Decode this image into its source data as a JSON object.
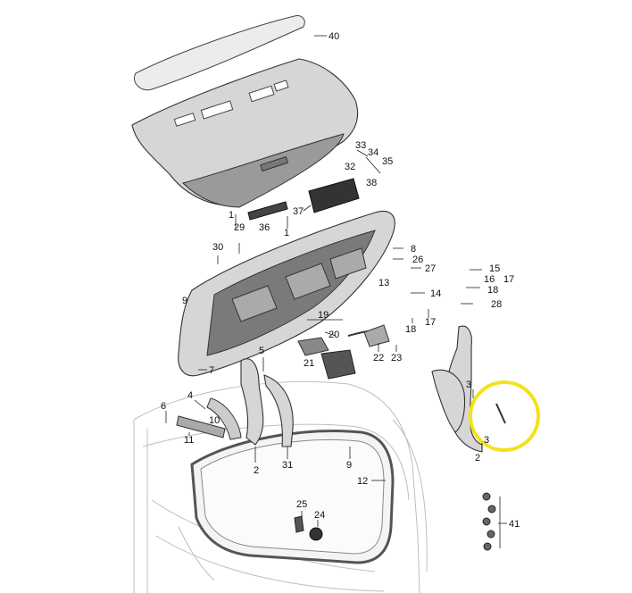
{
  "parts": {
    "p40": "40",
    "p33": "33",
    "p34": "34",
    "p35": "35",
    "p32": "32",
    "p38": "38",
    "p37": "37",
    "p1a": "1",
    "p36": "36",
    "p1b": "1",
    "p29": "29",
    "p30": "30",
    "p8": "8",
    "p26": "26",
    "p27": "27",
    "p15": "15",
    "p17a": "17",
    "p16": "16",
    "p18a": "18",
    "p13": "13",
    "p14": "14",
    "p28": "28",
    "p17b": "17",
    "p18b": "18",
    "p9a": "9",
    "p19": "19",
    "p20": "20",
    "p21": "21",
    "p22": "22",
    "p23": "23",
    "p5": "5",
    "p7": "7",
    "p4": "4",
    "p6": "6",
    "p10": "10",
    "p11": "11",
    "p2a": "2",
    "p31": "31",
    "p3a": "3",
    "p3b": "3",
    "p2b": "2",
    "p9b": "9",
    "p12": "12",
    "p25": "25",
    "p24": "24",
    "p41": "41"
  },
  "colors": {
    "highlight": "#f2e21a",
    "part_fill": "#d6d6d6",
    "part_dark": "#9a9a9a"
  }
}
